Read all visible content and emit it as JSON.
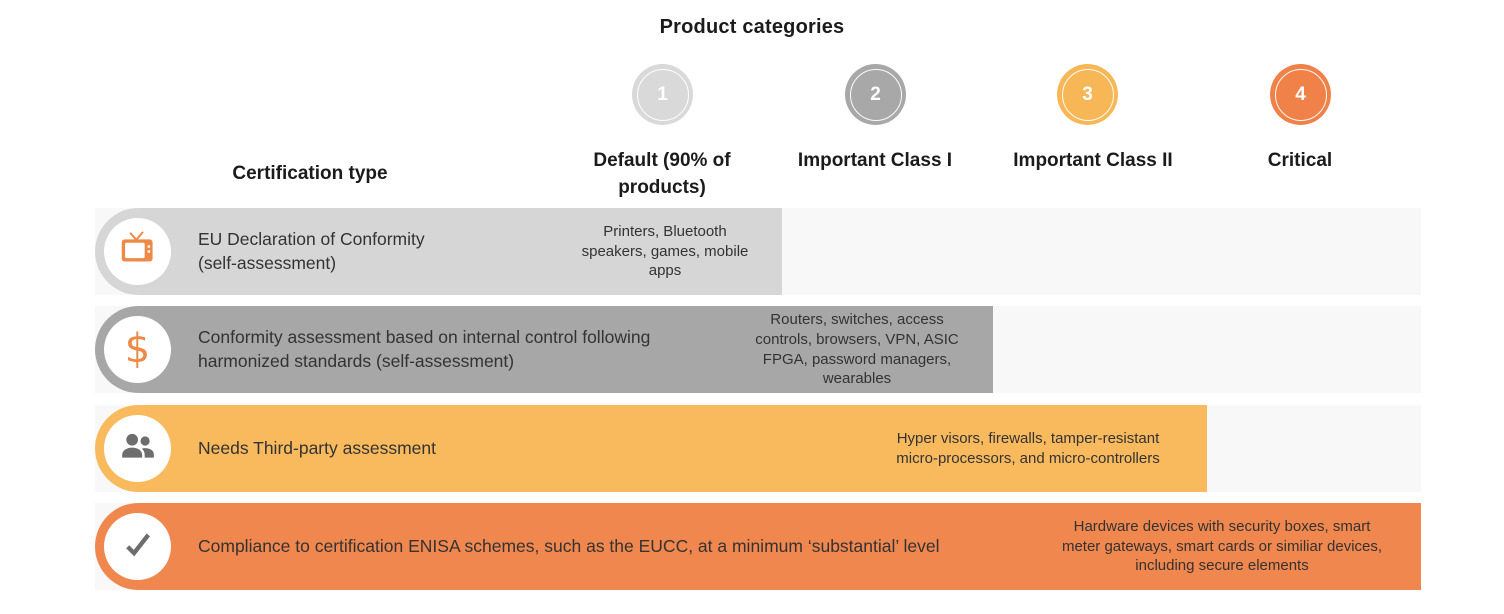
{
  "title": "Product categories",
  "table": {
    "certification_type_header": "Certification type",
    "categories": [
      {
        "number": "1",
        "label": "Default (90% of\nproducts)",
        "circle_color": "#d9d9d9"
      },
      {
        "number": "2",
        "label": "Important Class I",
        "circle_color": "#a8a8a8"
      },
      {
        "number": "3",
        "label": "Important Class II",
        "circle_color": "#f8b757"
      },
      {
        "number": "4",
        "label": "Critical",
        "circle_color": "#f08148"
      }
    ],
    "rows": [
      {
        "icon": "tv-icon",
        "certification": "EU Declaration of Conformity\n(self-assessment)",
        "products": "Printers, Bluetooth\nspeakers, games, mobile\napps",
        "bar_color": "#d6d6d6",
        "extends_through_category": 1
      },
      {
        "icon": "dollar-icon",
        "certification": "Conformity assessment based on internal control following\nharmonized standards (self-assessment)",
        "products": "Routers, switches, access\ncontrols, browsers, VPN, ASIC\nFPGA, password managers,\nwearables",
        "bar_color": "#a7a7a7",
        "extends_through_category": 2
      },
      {
        "icon": "people-icon",
        "certification": "Needs Third-party assessment",
        "products": "Hyper visors, firewalls, tamper-resistant\nmicro-processors, and micro-controllers",
        "bar_color": "#f9ba5e",
        "extends_through_category": 3
      },
      {
        "icon": "check-icon",
        "certification": "Compliance to certification ENISA schemes, such as the EUCC, at a minimum ‘substantial’ level",
        "products": "Hardware devices with security boxes, smart\nmeter gateways, smart cards or similiar devices,\nincluding secure elements",
        "bar_color": "#f0874e",
        "extends_through_category": 4
      }
    ]
  },
  "glyphs": {
    "dollar": "$"
  },
  "colors": {
    "background": "#ffffff",
    "track": "#f8f8f8",
    "icon_orange": "#ee8a47",
    "icon_gray": "#6d6d6d",
    "text": "#333333",
    "heading_text": "#1b1b1b"
  }
}
